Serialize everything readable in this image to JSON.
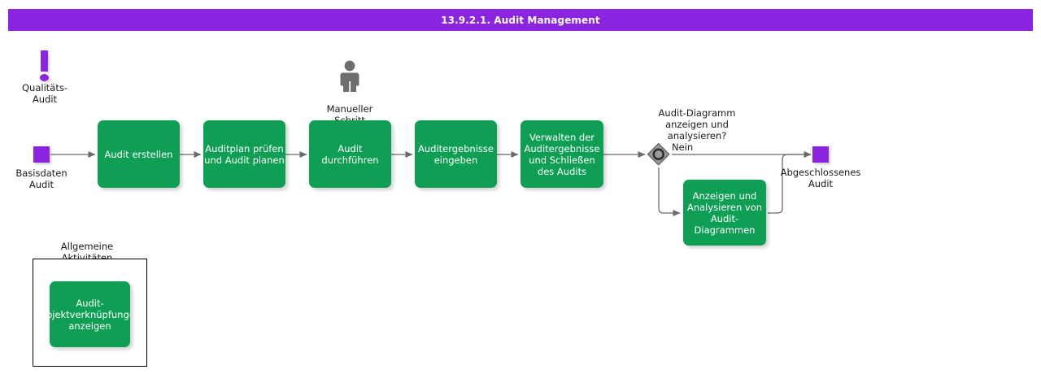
{
  "window": {
    "title": "13.9.2.1. Audit Management",
    "banner_color": "#8A24E0"
  },
  "colors": {
    "task_green": "#0E9E54",
    "event_purple": "#8A24E0",
    "gateway_gray": "#808080",
    "connector": "#555555",
    "person_gray": "#6E6E6E"
  },
  "legend": {
    "quality_audit": {
      "icon": "exclamation-icon",
      "label": "Qualitäts-\nAudit"
    },
    "manual_step": {
      "icon": "person-icon",
      "label": "Manueller\nSchritt"
    }
  },
  "start_event": {
    "icon": "start-event-square",
    "label": "Basisdaten\nAudit"
  },
  "end_event": {
    "icon": "end-event-square",
    "label": "Abgeschlossenes\nAudit"
  },
  "tasks": [
    {
      "id": "audit-erstellen",
      "label": "Audit erstellen"
    },
    {
      "id": "auditplan-pruefen",
      "label": "Auditplan prüfen\nund Audit planen"
    },
    {
      "id": "audit-durchfuehren",
      "label": "Audit\ndurchführen"
    },
    {
      "id": "auditergebnisse-eingeben",
      "label": "Auditergebnisse\neingeben"
    },
    {
      "id": "verwalten-auditergebnisse",
      "label": "Verwalten der\nAuditergebnisse\nund Schließen\ndes Audits"
    },
    {
      "id": "anzeigen-analysieren",
      "label": "Anzeigen und\nAnalysieren von\nAudit-\nDiagrammen"
    }
  ],
  "gateway": {
    "icon": "inclusive-gateway-icon",
    "question": "Audit-Diagramm\nanzeigen und\nanalysieren?",
    "branch_label": "Nein"
  },
  "group": {
    "label": "Allgemeine\nAktivitäten",
    "task": {
      "id": "audit-objektverknuepfungen",
      "label": "Audit-\nObjektverknüpfungen\nanzeigen"
    }
  }
}
